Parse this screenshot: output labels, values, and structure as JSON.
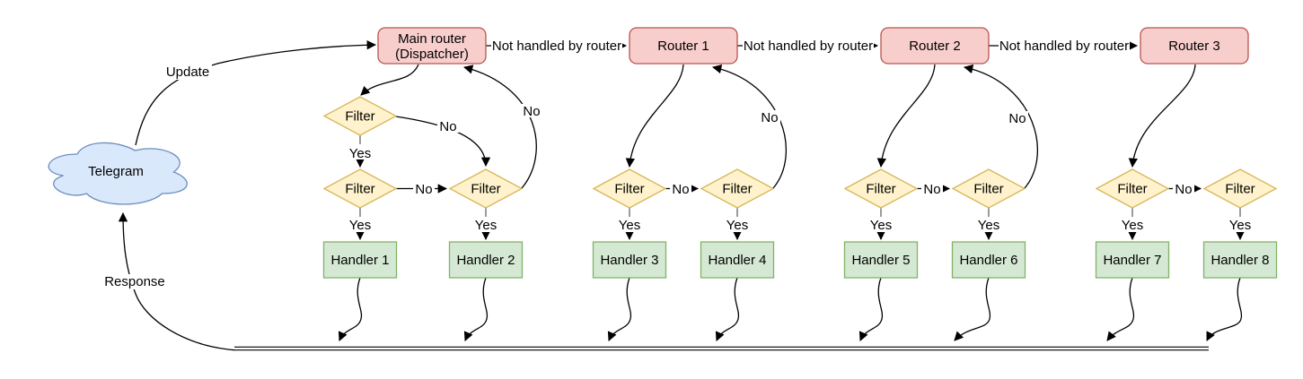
{
  "cloud": {
    "label": "Telegram"
  },
  "edge_labels": {
    "update": "Update",
    "response": "Response",
    "not_handled": "Not handled by router",
    "yes": "Yes",
    "no": "No"
  },
  "nodes": {
    "routers": [
      {
        "line1": "Main router",
        "line2": "(Dispatcher)"
      },
      {
        "label": "Router 1"
      },
      {
        "label": "Router 2"
      },
      {
        "label": "Router 3"
      }
    ],
    "filter_label": "Filter",
    "handlers": [
      "Handler 1",
      "Handler 2",
      "Handler 3",
      "Handler 4",
      "Handler 5",
      "Handler 6",
      "Handler 7",
      "Handler 8"
    ]
  },
  "colors": {
    "router_fill": "#f8cecc",
    "router_stroke": "#b85450",
    "filter_fill": "#fff2cc",
    "filter_stroke": "#d6b656",
    "handler_fill": "#d5e8d4",
    "handler_stroke": "#82b366",
    "cloud_fill": "#dae8fc",
    "cloud_stroke": "#6c8ebf",
    "edge": "#000000",
    "background": "#ffffff"
  }
}
